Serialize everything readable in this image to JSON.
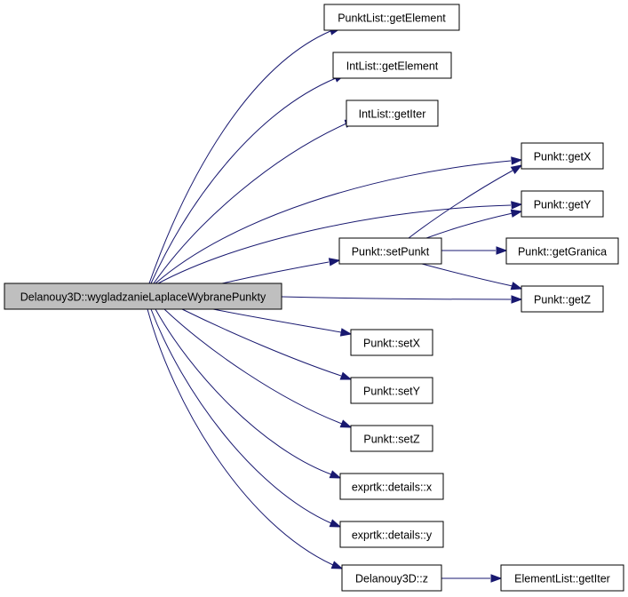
{
  "diagram": {
    "type": "call-graph",
    "colors": {
      "edge": "#191970",
      "node_border": "#000000",
      "node_fill": "#ffffff",
      "root_fill": "#bfbfbf"
    },
    "nodes": [
      {
        "id": "root",
        "label": "Delanouy3D::wygladzanieLaplaceWybranePunkty",
        "root": true
      },
      {
        "id": "punktlist-getelement",
        "label": "PunktList::getElement"
      },
      {
        "id": "intlist-getelement",
        "label": "IntList::getElement"
      },
      {
        "id": "intlist-getiter",
        "label": "IntList::getIter"
      },
      {
        "id": "punkt-getx",
        "label": "Punkt::getX"
      },
      {
        "id": "punkt-gety",
        "label": "Punkt::getY"
      },
      {
        "id": "punkt-setpunkt",
        "label": "Punkt::setPunkt"
      },
      {
        "id": "punkt-getgranica",
        "label": "Punkt::getGranica"
      },
      {
        "id": "punkt-getz",
        "label": "Punkt::getZ"
      },
      {
        "id": "punkt-setx",
        "label": "Punkt::setX"
      },
      {
        "id": "punkt-sety",
        "label": "Punkt::setY"
      },
      {
        "id": "punkt-setz",
        "label": "Punkt::setZ"
      },
      {
        "id": "exprtk-details-x",
        "label": "exprtk::details::x"
      },
      {
        "id": "exprtk-details-y",
        "label": "exprtk::details::y"
      },
      {
        "id": "delanouy3d-z",
        "label": "Delanouy3D::z"
      },
      {
        "id": "elementlist-getiter",
        "label": "ElementList::getIter"
      }
    ],
    "edges": [
      {
        "from": "root",
        "to": "punktlist-getelement"
      },
      {
        "from": "root",
        "to": "intlist-getelement"
      },
      {
        "from": "root",
        "to": "intlist-getiter"
      },
      {
        "from": "root",
        "to": "punkt-getx"
      },
      {
        "from": "root",
        "to": "punkt-gety"
      },
      {
        "from": "root",
        "to": "punkt-setpunkt"
      },
      {
        "from": "root",
        "to": "punkt-getz"
      },
      {
        "from": "root",
        "to": "punkt-setx"
      },
      {
        "from": "root",
        "to": "punkt-sety"
      },
      {
        "from": "root",
        "to": "punkt-setz"
      },
      {
        "from": "root",
        "to": "exprtk-details-x"
      },
      {
        "from": "root",
        "to": "exprtk-details-y"
      },
      {
        "from": "root",
        "to": "delanouy3d-z"
      },
      {
        "from": "punkt-setpunkt",
        "to": "punkt-getx"
      },
      {
        "from": "punkt-setpunkt",
        "to": "punkt-gety"
      },
      {
        "from": "punkt-setpunkt",
        "to": "punkt-getgranica"
      },
      {
        "from": "punkt-setpunkt",
        "to": "punkt-getz"
      },
      {
        "from": "delanouy3d-z",
        "to": "elementlist-getiter"
      }
    ]
  }
}
